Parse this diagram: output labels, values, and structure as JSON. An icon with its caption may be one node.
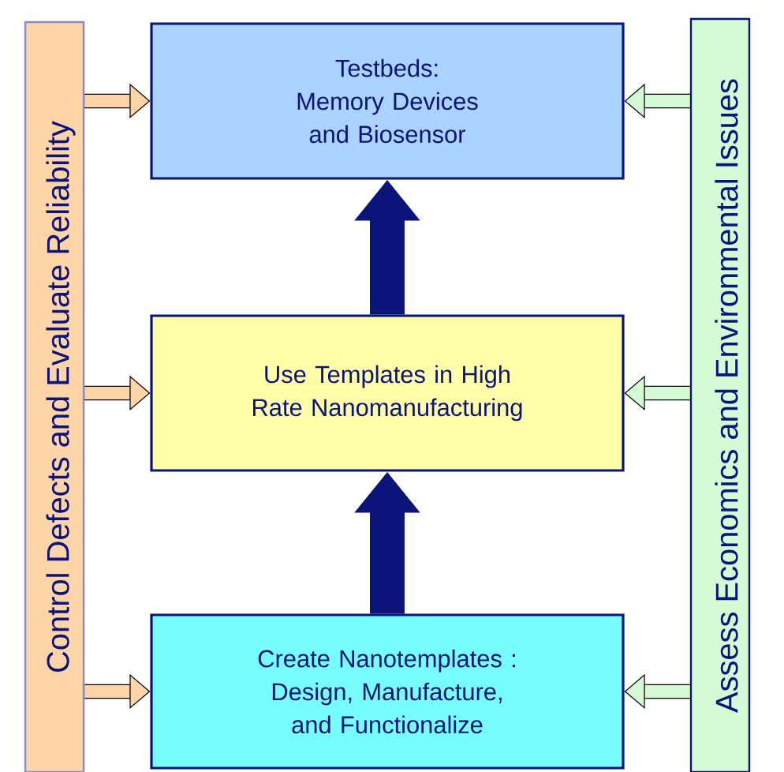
{
  "diagram": {
    "nodes": [
      {
        "text": [
          "Control Defects and Evaluate Reliability"
        ]
      },
      {
        "text": [
          "Assess Economics and Environmental Issues"
        ]
      },
      {
        "text": [
          "Testbeds:",
          "Memory Devices and Biosensor"
        ]
      },
      {
        "text": [
          "Use Templates in High Rate Nanomanufacturing"
        ]
      },
      {
        "text": [
          "Create Nanotemplates :",
          "Design, Manufacture, and Functionalize"
        ]
      }
    ],
    "edges": [
      {
        "from": 4,
        "to": 3,
        "arrow": "to",
        "style": "thick",
        "color": "#0b1478"
      },
      {
        "from": 3,
        "to": 2,
        "arrow": "to",
        "style": "thick",
        "color": "#0b1478"
      },
      {
        "from": 0,
        "to": 2,
        "arrow": "to"
      },
      {
        "from": 0,
        "to": 3,
        "arrow": "to"
      },
      {
        "from": 0,
        "to": 4,
        "arrow": "to"
      },
      {
        "from": 1,
        "to": 2,
        "arrow": "to"
      },
      {
        "from": 1,
        "to": 3,
        "arrow": "to"
      },
      {
        "from": 1,
        "to": 4,
        "arrow": "to"
      }
    ]
  }
}
